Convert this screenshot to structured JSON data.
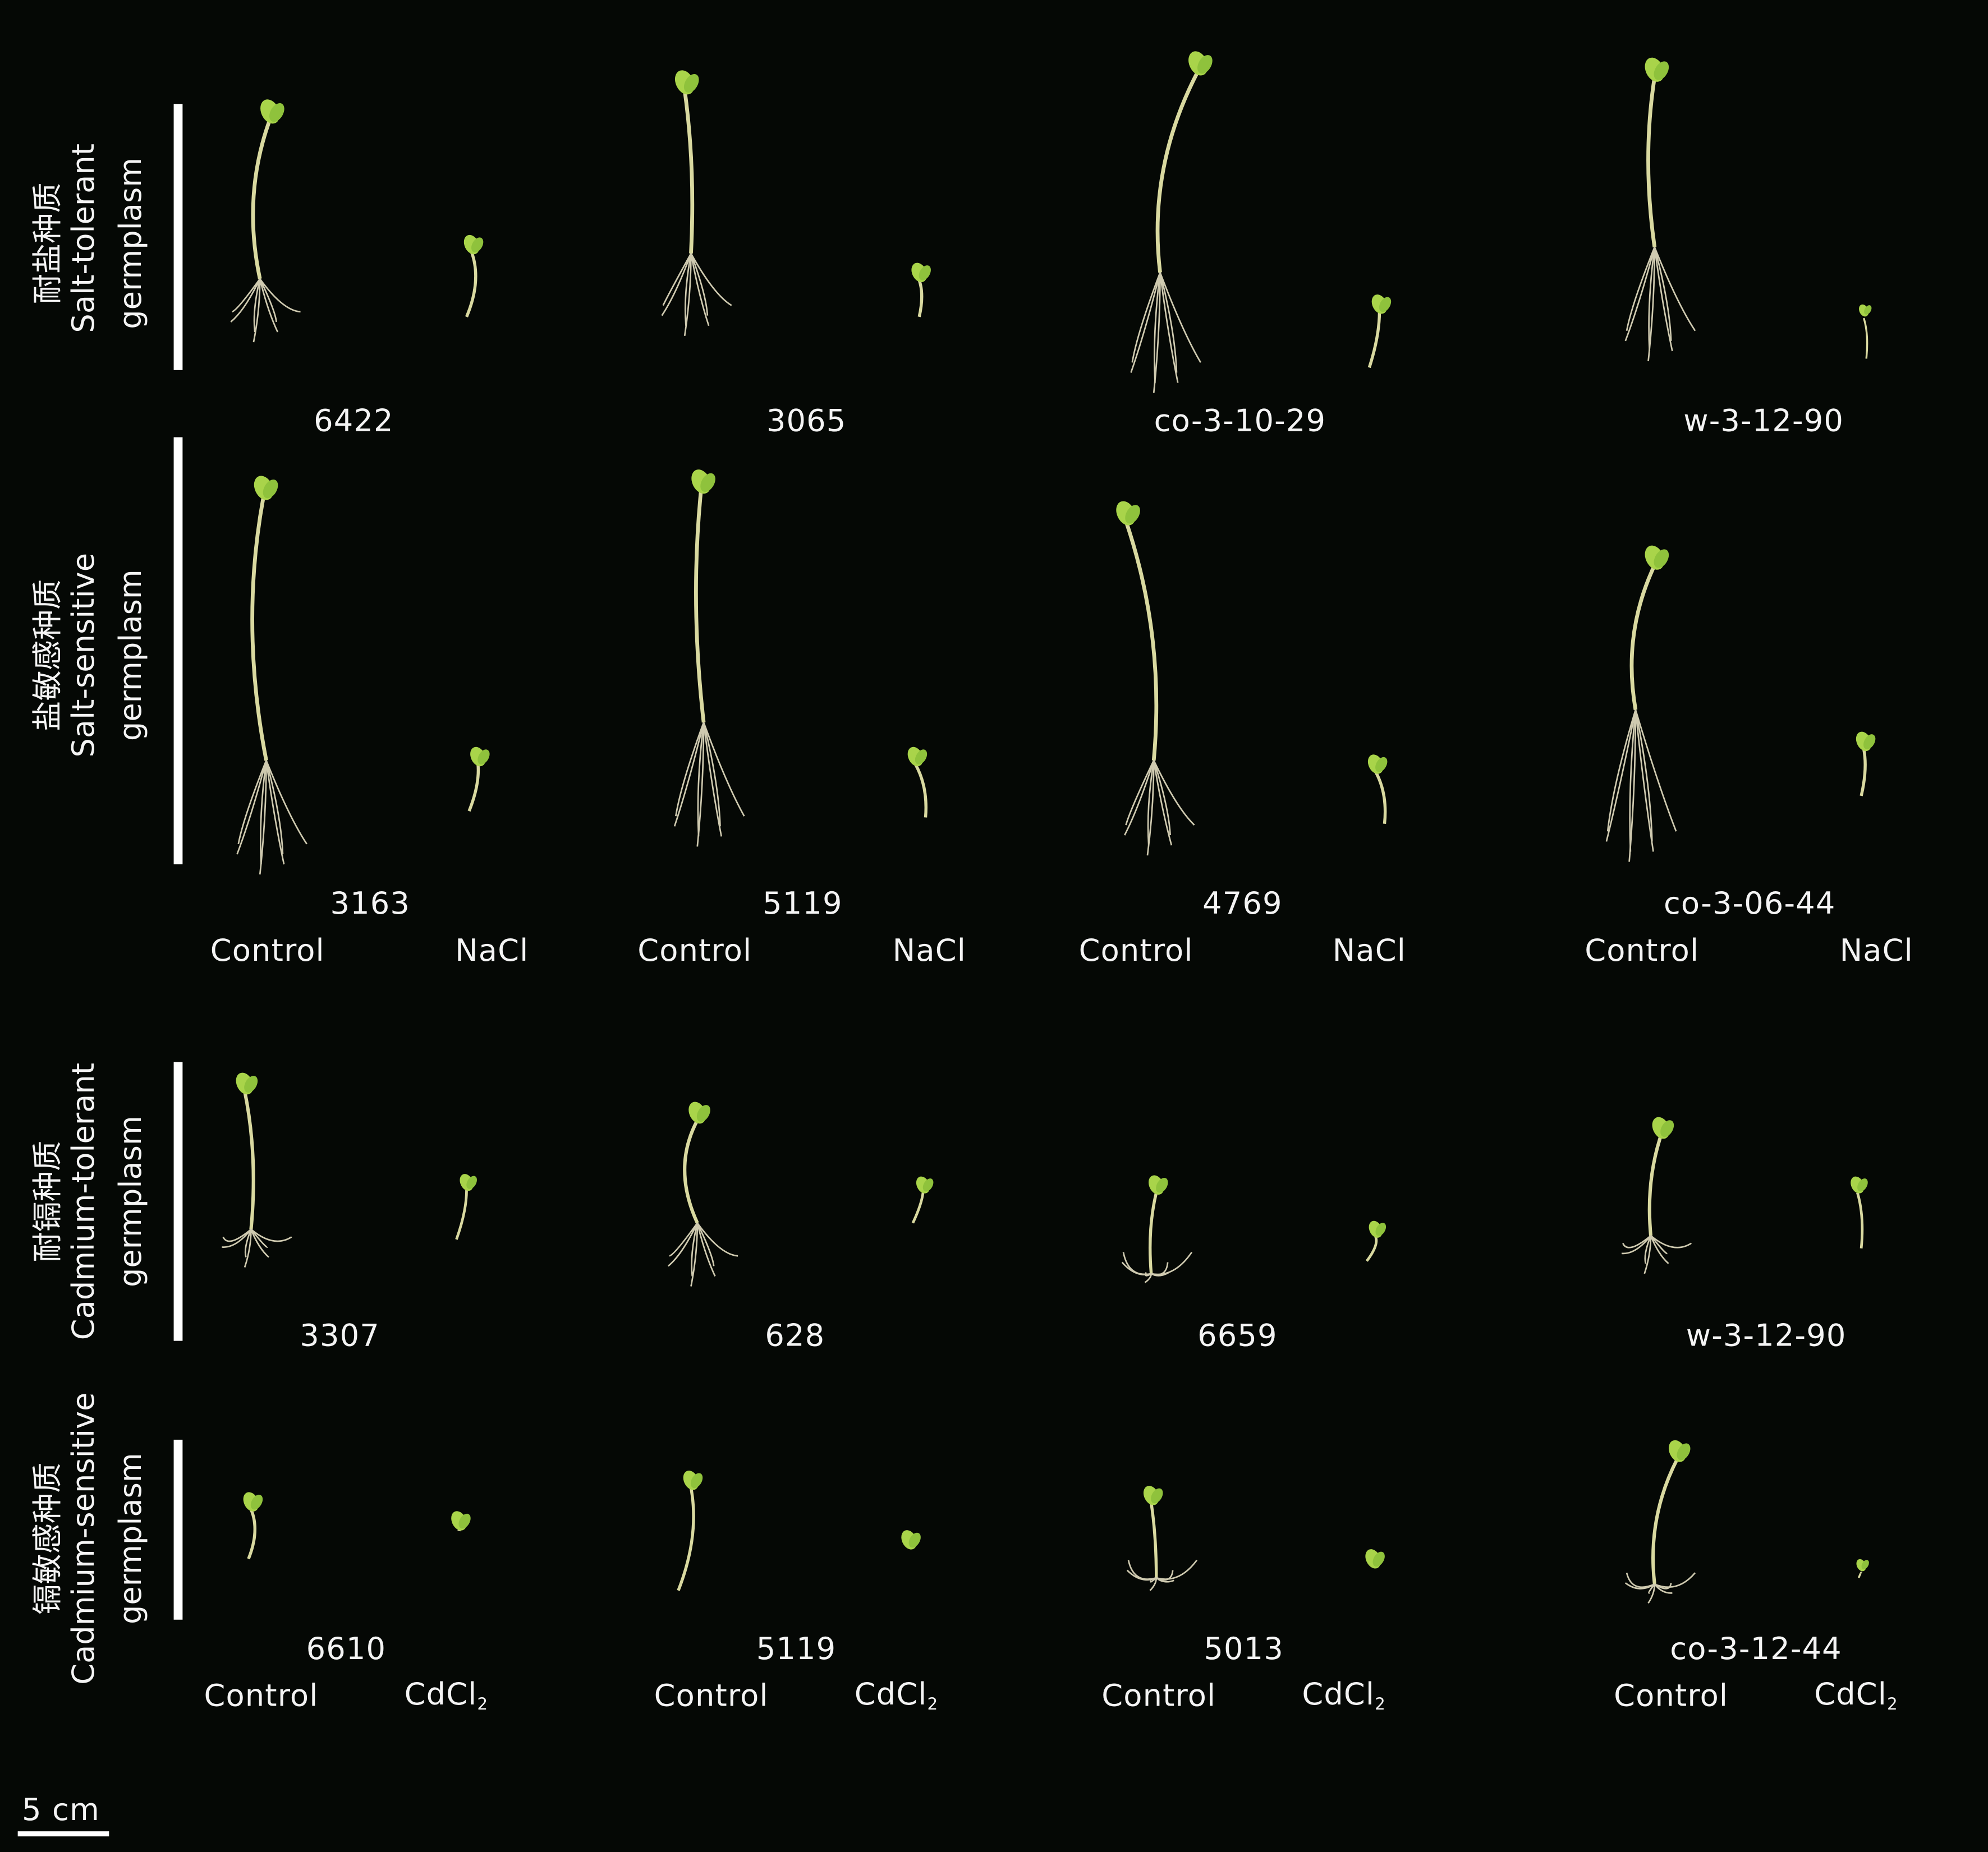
{
  "groups": [
    {
      "chinese": "耐盐种质",
      "english": "Salt-tolerant",
      "suffix": "germplasm",
      "accessions": [
        "6422",
        "3065",
        "co-3-10-29",
        "w-3-12-90"
      ]
    },
    {
      "chinese": "盐敏感种质",
      "english": "Salt-sensitive",
      "suffix": "germplasm",
      "accessions": [
        "3163",
        "5119",
        "4769",
        "co-3-06-44"
      ]
    },
    {
      "chinese": "耐镉种质",
      "english": "Cadmium-tolerant",
      "suffix": "germplasm",
      "accessions": [
        "3307",
        "628",
        "6659",
        "w-3-12-90"
      ]
    },
    {
      "chinese": "镉敏感种质",
      "english": "Cadmium-sensitive",
      "suffix": "germplasm",
      "accessions": [
        "6610",
        "5119",
        "5013",
        "co-3-12-44"
      ]
    }
  ],
  "treatments": {
    "control": "Control",
    "salt": "NaCl",
    "cadmium_base": "CdCl",
    "cadmium_sub": "2"
  },
  "scale_bar": "5 cm"
}
